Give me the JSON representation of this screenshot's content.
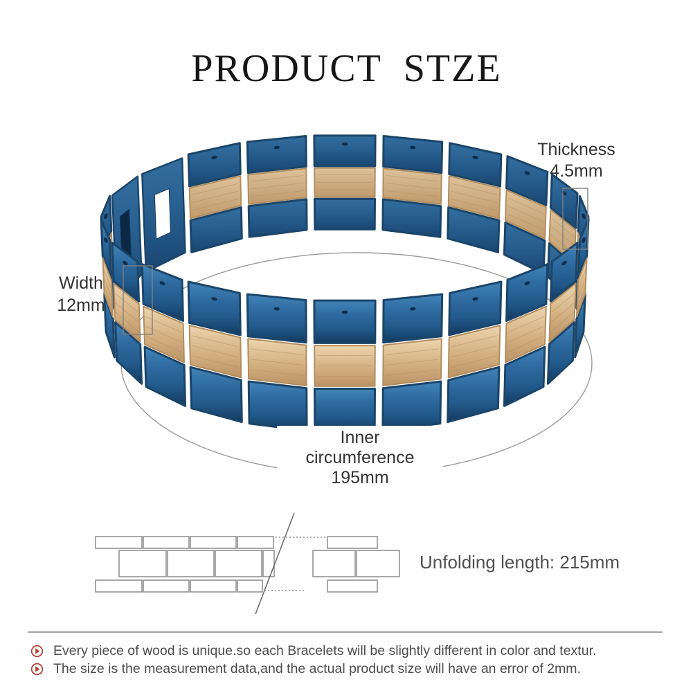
{
  "title": "PRODUCT  STZE",
  "annotations": {
    "thickness": {
      "line1": "Thickness",
      "line2": "4.5mm"
    },
    "width": {
      "line1": "Width",
      "line2": "12mm"
    },
    "inner_circumference": {
      "line1": "Inner",
      "line2": "circumference",
      "line3": "195mm"
    },
    "unfolding_length": "Unfolding length: 215mm"
  },
  "notes": [
    "Every piece of wood is unique.so each Bracelets will be slightly different in color and textur.",
    "The size is the measurement data,and the actual product size will have an error of 2mm."
  ],
  "colors": {
    "accent_red": "#b7392c",
    "text_title": "#161616",
    "text_label": "#323232",
    "text_note": "#4c4c4c",
    "line_gray": "#8c8c8c",
    "blue_near": [
      "#4384b8",
      "#2e6ba0",
      "#225a8c",
      "#143a5e"
    ],
    "blue_far": [
      "#336e9f",
      "#265d8e",
      "#1a4671"
    ],
    "wood_near": [
      "#ecd5ae",
      "#d6b385",
      "#bb9365"
    ],
    "wood_far": [
      "#dec29a",
      "#bf9a6c"
    ],
    "blue_stroke": "#1b4569",
    "wood_stroke": "#b38d5e",
    "pinhole": "#0d2844"
  }
}
